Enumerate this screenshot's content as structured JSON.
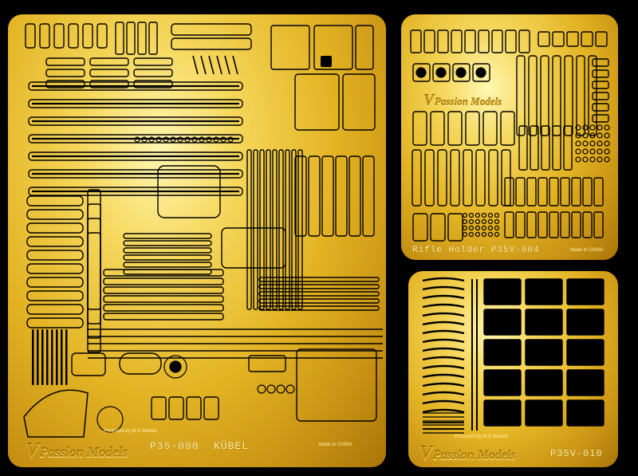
{
  "frets": {
    "main": {
      "maker_small": "Produced by M.S Models",
      "brand": "Passion Models",
      "code": "P35-090",
      "subject": "KÜBEL",
      "made_in": "Made in CHINA"
    },
    "rifle": {
      "brand": "Passion Models",
      "code": "Rifle Holder P35V-004",
      "made_in": "Made in CHINA"
    },
    "p35v": {
      "maker_small": "Produced by M.S Models",
      "brand": "Passion Models",
      "code": "P35V-010"
    }
  },
  "colors": {
    "background": "#000000",
    "brass_light": "#fff6b0",
    "brass_mid": "#e3b323",
    "brass_dark": "#a97508",
    "cutout": "#000000"
  }
}
